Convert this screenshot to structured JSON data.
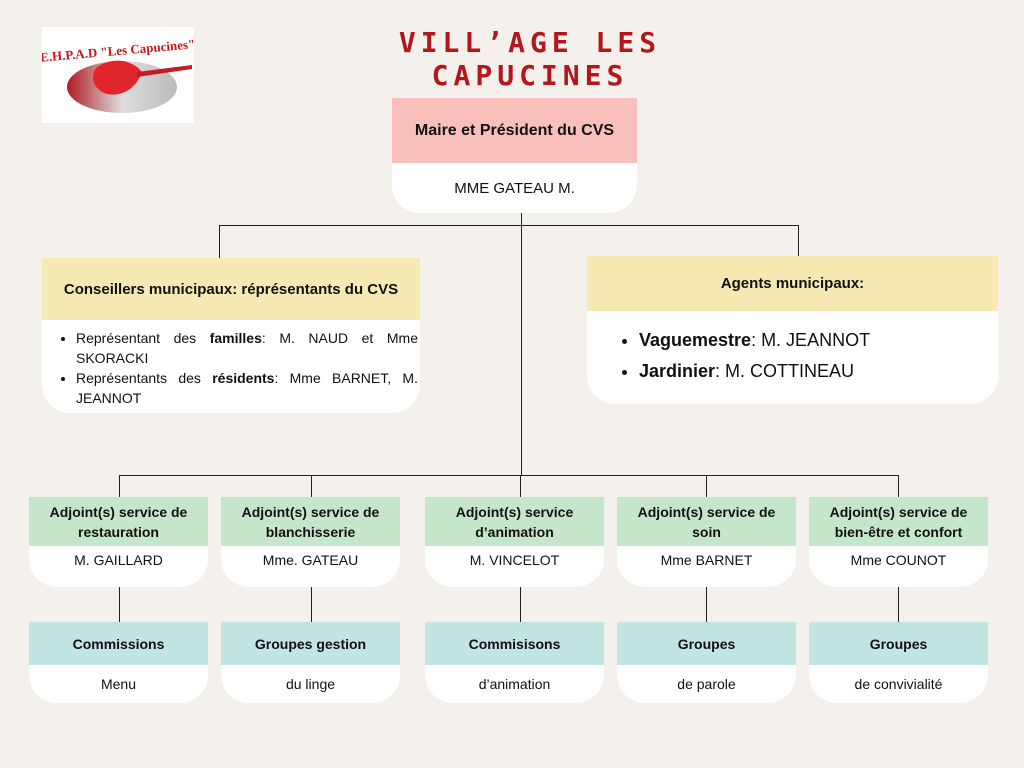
{
  "title": "VILL’AGE LES CAPUCINES",
  "logo": {
    "text": "E.H.P.A.D \"Les Capucines\"",
    "icon": "poppy-flower-logo"
  },
  "colors": {
    "title": "#b3171c",
    "president_header": "#f9c0bb",
    "council_header": "#f7e9b4",
    "adjoint_header": "#c6e6cc",
    "commission_header": "#c2e4e2"
  },
  "president": {
    "role": "Maire et Président du CVS",
    "name": "MME GATEAU M."
  },
  "council": {
    "role": "Conseillers municipaux: réprésentants du CVS",
    "items": [
      {
        "pre": "Représentant des ",
        "bold": "familles",
        "post": ": M. NAUD et Mme SKORACKI"
      },
      {
        "pre": "Représentants des ",
        "bold": "résidents",
        "post": ": Mme BARNET, M. JEANNOT"
      }
    ]
  },
  "agents": {
    "role": "Agents municipaux:",
    "items": [
      {
        "bold": "Vaguemestre",
        "post": ": M. JEANNOT"
      },
      {
        "bold": "Jardinier",
        "post": ": M. COTTINEAU"
      }
    ]
  },
  "adjoints": [
    {
      "role": "Adjoint(s) service de restauration",
      "name": "M. GAILLARD",
      "group": "Commissions",
      "group_detail": "Menu"
    },
    {
      "role": "Adjoint(s)  service de blanchisserie",
      "name": "Mme. GATEAU",
      "group": "Groupes gestion",
      "group_detail": "du linge"
    },
    {
      "role": "Adjoint(s)  service d’animation",
      "name": "M. VINCELOT",
      "group": "Commisisons",
      "group_detail": "d’animation"
    },
    {
      "role": "Adjoint(s)  service de soin",
      "name": "Mme BARNET",
      "group": "Groupes",
      "group_detail": "de parole"
    },
    {
      "role": "Adjoint(s)  service de bien-être et confort",
      "name": "Mme COUNOT",
      "group": "Groupes",
      "group_detail": "de convivialité"
    }
  ]
}
